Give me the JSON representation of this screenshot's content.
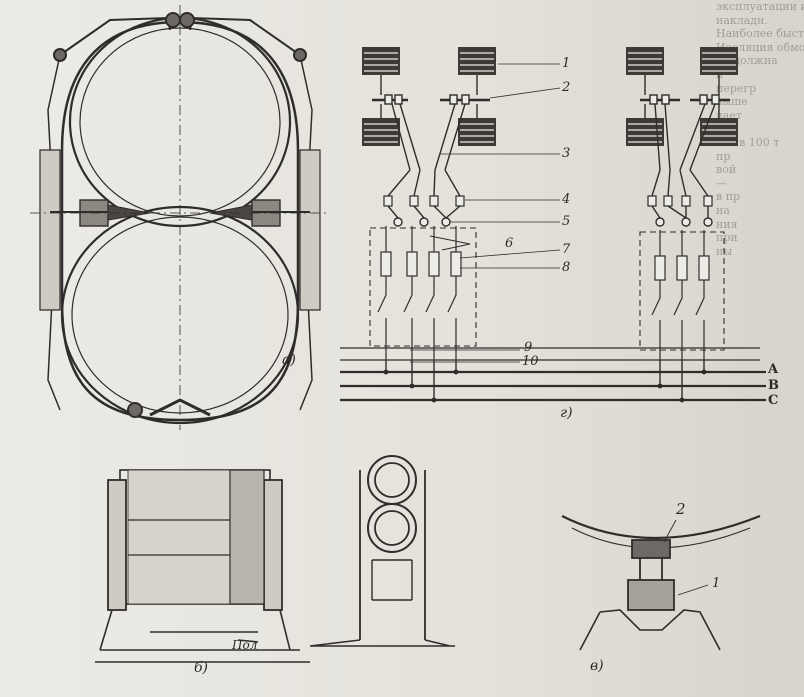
{
  "labels": {
    "a": "а)",
    "b": "б)",
    "v": "в)",
    "g": "г)",
    "pol": "Пол",
    "n1": "1",
    "n2": "2",
    "n3": "3",
    "n4": "4",
    "n5": "5",
    "n6": "6",
    "n7": "7",
    "n8": "8",
    "n9": "9",
    "n10": "10",
    "phaseA": "A",
    "phaseB": "B",
    "phaseC": "C",
    "vn1": "1",
    "vn2": "2"
  }
}
